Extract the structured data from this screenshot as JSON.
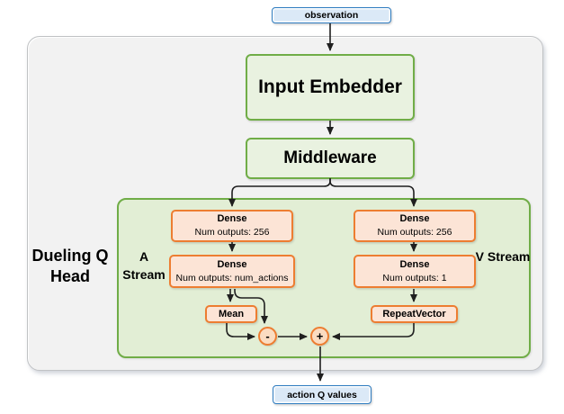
{
  "colors": {
    "canvas-bg": "#ffffff",
    "container-bg": "#f2f2f2",
    "container-border": "#c0c2c4",
    "green-border": "#70ad47",
    "green-box-bg": "#e9f2e0",
    "green-container-bg": "#e2eed5",
    "orange-border": "#ed7d31",
    "orange-box-bg": "#fce4d6",
    "circle-bg": "#fbdcc1",
    "blue-border": "#2e7cc0",
    "blue-box-bg": "#dbe9f7",
    "arrow-color": "#1f1f1f",
    "text-color": "#000000"
  },
  "nodes": {
    "observation": "observation",
    "input_embedder": "Input Embedder",
    "middleware": "Middleware",
    "dueling_head": "Dueling Q Head",
    "a_stream": "A Stream",
    "v_stream": "V Stream",
    "a_dense1_title": "Dense",
    "a_dense1_subtitle": "Num outputs: 256",
    "a_dense2_title": "Dense",
    "a_dense2_subtitle": "Num outputs: num_actions",
    "v_dense1_title": "Dense",
    "v_dense1_subtitle": "Num outputs: 256",
    "v_dense2_title": "Dense",
    "v_dense2_subtitle": "Num outputs: 1",
    "mean": "Mean",
    "repeat_vector": "RepeatVector",
    "minus": "-",
    "plus": "+",
    "action_q_values": "action Q values"
  }
}
